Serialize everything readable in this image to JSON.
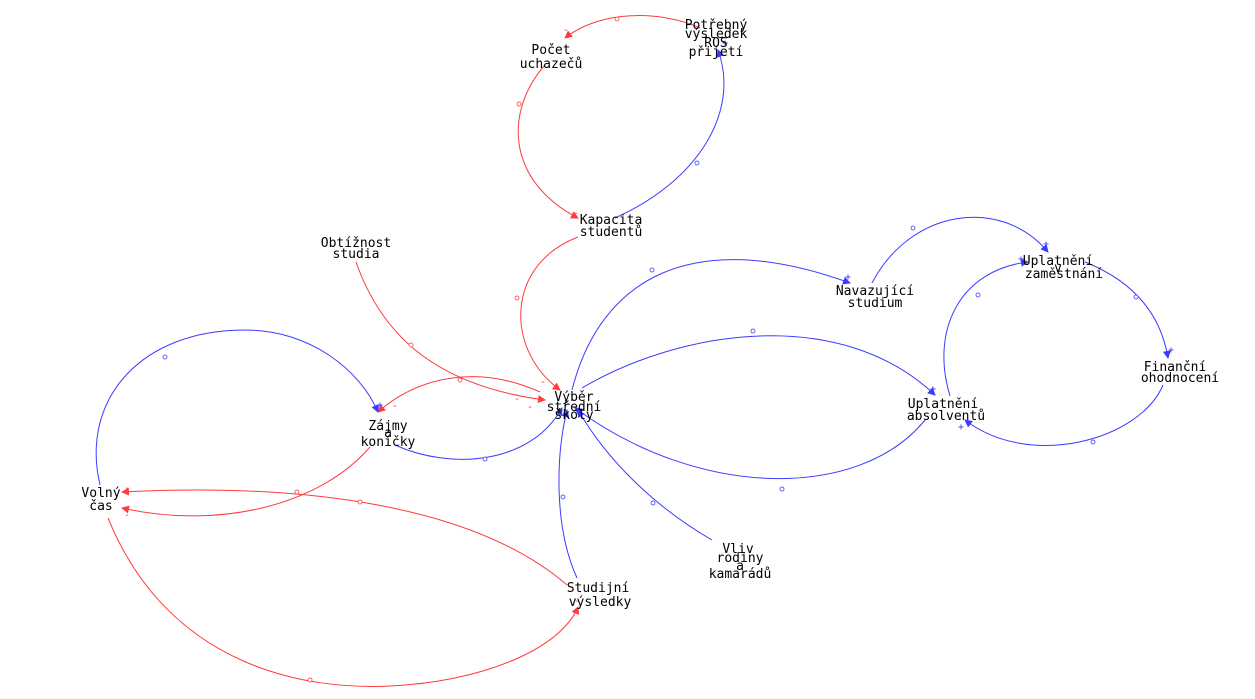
{
  "colors": {
    "positive": "#3b3bff",
    "negative": "#ff3b3b",
    "label": "#000000"
  },
  "nodes": {
    "potrebny": [
      "Potřebný",
      "výsledek",
      "ROS",
      "přijetí"
    ],
    "pocet": [
      "Počet",
      "uchazečů"
    ],
    "kapacita": [
      "Kapacita",
      "studentů"
    ],
    "obtiznost": [
      "Obtížnost",
      "studia"
    ],
    "vyber": [
      "Výběr",
      "střední",
      "školy"
    ],
    "navazujici": [
      "Navazující",
      "studium"
    ],
    "uplatneni_zam": [
      "Uplatnění",
      "v",
      "zaměstnání"
    ],
    "financni": [
      "Finanční",
      "ohodnocení"
    ],
    "uplatneni_abs": [
      "Uplatnění",
      "absolventů"
    ],
    "zajmy": [
      "Zájmy",
      "a",
      "koníčky"
    ],
    "volny": [
      "Volný",
      "čas"
    ],
    "studijni": [
      "Studijní",
      "výsledky"
    ],
    "vliv": [
      "Vliv",
      "rodiny",
      "a",
      "kamarádů"
    ]
  },
  "polarity": {
    "plus": "+",
    "minus": "-"
  }
}
